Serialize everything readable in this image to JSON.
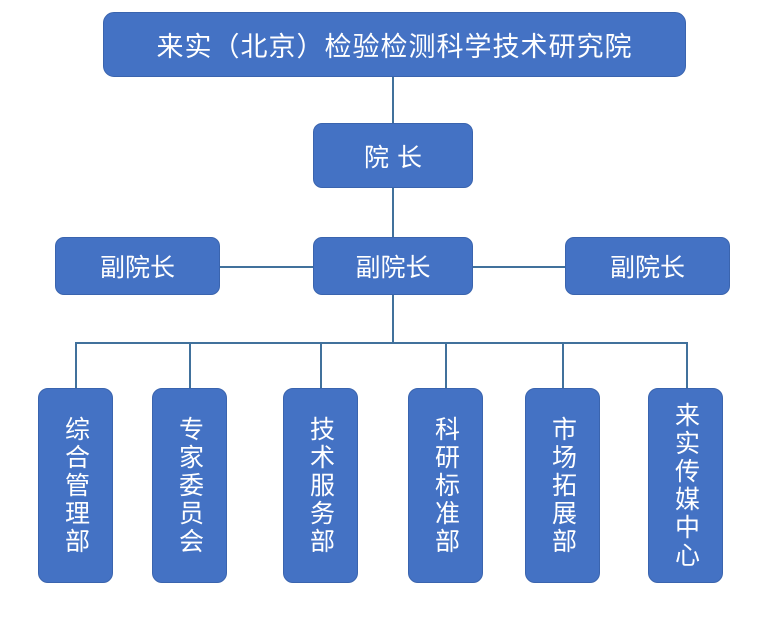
{
  "diagram": {
    "title": "来实（北京）检验检测科学技术研究院",
    "background_color": "#FFFFFF",
    "node_fill_color": "#4472C4",
    "node_border_color": "#3A64AE",
    "node_text_color": "#FFFFFF",
    "connector_color": "#41719C",
    "type": "organizational-chart"
  },
  "root": {
    "label": "来实（北京）检验检测科学技术研究院"
  },
  "director": {
    "label": "院 长"
  },
  "deputies": [
    {
      "label": "副院长",
      "position": "left"
    },
    {
      "label": "副院长",
      "position": "center"
    },
    {
      "label": "副院长",
      "position": "right"
    }
  ],
  "departments": [
    {
      "label": "综合管理部"
    },
    {
      "label": "专家委员会"
    },
    {
      "label": "技术服务部"
    },
    {
      "label": "科研标准部"
    },
    {
      "label": "市场拓展部"
    },
    {
      "label": "来实传媒中心"
    }
  ]
}
